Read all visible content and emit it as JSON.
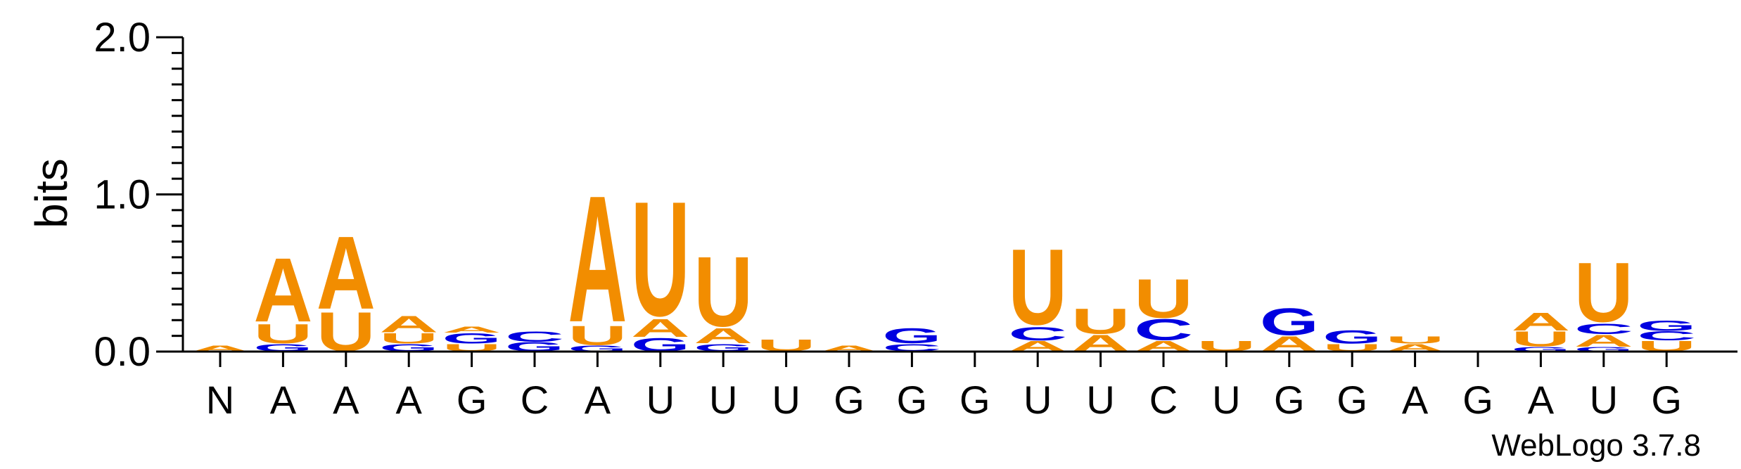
{
  "chart_data": {
    "type": "sequence-logo",
    "ylabel": "bits",
    "ylim": [
      0,
      2
    ],
    "yticks": [
      "0.0",
      "1.0",
      "2.0"
    ],
    "xticks": [
      "N",
      "A",
      "A",
      "A",
      "G",
      "C",
      "A",
      "U",
      "U",
      "U",
      "G",
      "G",
      "G",
      "U",
      "U",
      "C",
      "U",
      "G",
      "G",
      "A",
      "G",
      "A",
      "U",
      "G"
    ],
    "colors": {
      "A": "#f28d00",
      "U": "#f28d00",
      "G": "#0000e0",
      "C": "#0000e0"
    },
    "positions": [
      [
        {
          "l": "A",
          "h": 0.04
        }
      ],
      [
        {
          "l": "G",
          "h": 0.05
        },
        {
          "l": "U",
          "h": 0.13
        },
        {
          "l": "A",
          "h": 0.43
        }
      ],
      [
        {
          "l": "U",
          "h": 0.26
        },
        {
          "l": "A",
          "h": 0.49
        }
      ],
      [
        {
          "l": "G",
          "h": 0.05
        },
        {
          "l": "U",
          "h": 0.07
        },
        {
          "l": "A",
          "h": 0.11
        }
      ],
      [
        {
          "l": "U",
          "h": 0.05
        },
        {
          "l": "G",
          "h": 0.07
        },
        {
          "l": "A",
          "h": 0.04
        }
      ],
      [
        {
          "l": "G",
          "h": 0.06
        },
        {
          "l": "C",
          "h": 0.07
        }
      ],
      [
        {
          "l": "G",
          "h": 0.04
        },
        {
          "l": "U",
          "h": 0.13
        },
        {
          "l": "A",
          "h": 0.85
        }
      ],
      [
        {
          "l": "G",
          "h": 0.09
        },
        {
          "l": "A",
          "h": 0.12
        },
        {
          "l": "U",
          "h": 0.77
        }
      ],
      [
        {
          "l": "G",
          "h": 0.05
        },
        {
          "l": "A",
          "h": 0.1
        },
        {
          "l": "U",
          "h": 0.47
        }
      ],
      [
        {
          "l": "U",
          "h": 0.08
        }
      ],
      [
        {
          "l": "A",
          "h": 0.04
        }
      ],
      [
        {
          "l": "C",
          "h": 0.05
        },
        {
          "l": "G",
          "h": 0.1
        }
      ],
      [],
      [
        {
          "l": "A",
          "h": 0.07
        },
        {
          "l": "C",
          "h": 0.09
        },
        {
          "l": "U",
          "h": 0.51
        }
      ],
      [
        {
          "l": "A",
          "h": 0.11
        },
        {
          "l": "U",
          "h": 0.17
        }
      ],
      [
        {
          "l": "A",
          "h": 0.07
        },
        {
          "l": "C",
          "h": 0.14
        },
        {
          "l": "U",
          "h": 0.26
        }
      ],
      [
        {
          "l": "U",
          "h": 0.07
        }
      ],
      [
        {
          "l": "A",
          "h": 0.1
        },
        {
          "l": "G",
          "h": 0.18
        }
      ],
      [
        {
          "l": "U",
          "h": 0.05
        },
        {
          "l": "G",
          "h": 0.09
        }
      ],
      [
        {
          "l": "A",
          "h": 0.05
        },
        {
          "l": "U",
          "h": 0.05
        }
      ],
      [],
      [
        {
          "l": "G",
          "h": 0.03
        },
        {
          "l": "U",
          "h": 0.1
        },
        {
          "l": "A",
          "h": 0.12
        }
      ],
      [
        {
          "l": "G",
          "h": 0.03
        },
        {
          "l": "A",
          "h": 0.08
        },
        {
          "l": "C",
          "h": 0.07
        },
        {
          "l": "U",
          "h": 0.4
        }
      ],
      [
        {
          "l": "U",
          "h": 0.07
        },
        {
          "l": "C",
          "h": 0.06
        },
        {
          "l": "G",
          "h": 0.07
        }
      ]
    ]
  },
  "footer": {
    "text": "WebLogo 3.7.8"
  }
}
